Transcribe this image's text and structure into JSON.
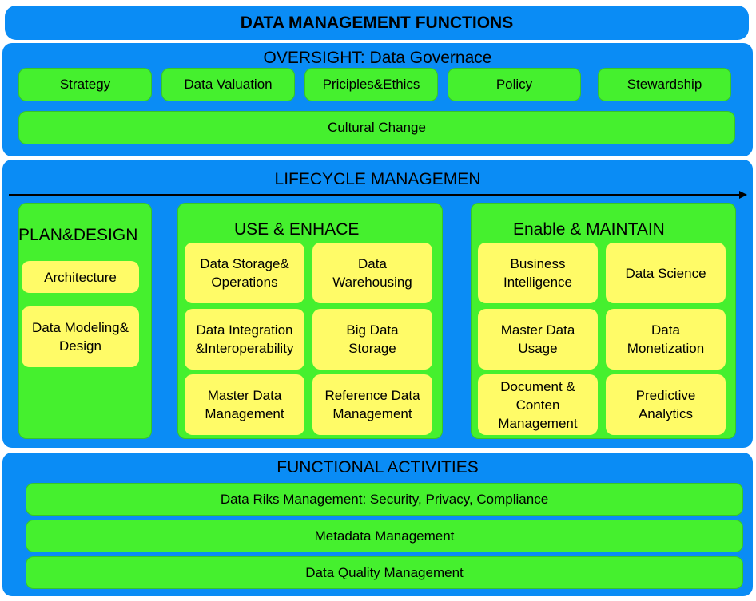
{
  "header": {
    "title": "DATA MANAGEMENT FUNCTIONS"
  },
  "oversight": {
    "title": "OVERSIGHT: Data Governace",
    "items": [
      "Strategy",
      "Data Valuation",
      "Priciples&Ethics",
      "Policy",
      "Stewardship"
    ],
    "wide_item": "Cultural Change"
  },
  "lifecycle": {
    "title": "LIFECYCLE MANAGEMEN",
    "plan": {
      "title": "PLAN&DESIGN",
      "items": [
        "Architecture",
        "Data Modeling&\nDesign"
      ]
    },
    "use": {
      "title": "USE & ENHACE",
      "items": [
        "Data Storage&\nOperations",
        "Data\nWarehousing",
        "Data Integration\n&Interoperability",
        "Big Data\nStorage",
        "Master Data\nManagement",
        "Reference Data\nManagement"
      ]
    },
    "enable": {
      "title": "Enable & MAINTAIN",
      "items": [
        "Business\nIntelligence",
        "Data Science",
        "Master Data\nUsage",
        "Data\nMonetization",
        "Document &\nConten\nManagement",
        "Predictive\nAnalytics"
      ]
    }
  },
  "functional": {
    "title": "FUNCTIONAL ACTIVITIES",
    "items": [
      "Data Riks Management: Security, Privacy, Compliance",
      "Metadata Management",
      "Data Quality Management"
    ]
  }
}
